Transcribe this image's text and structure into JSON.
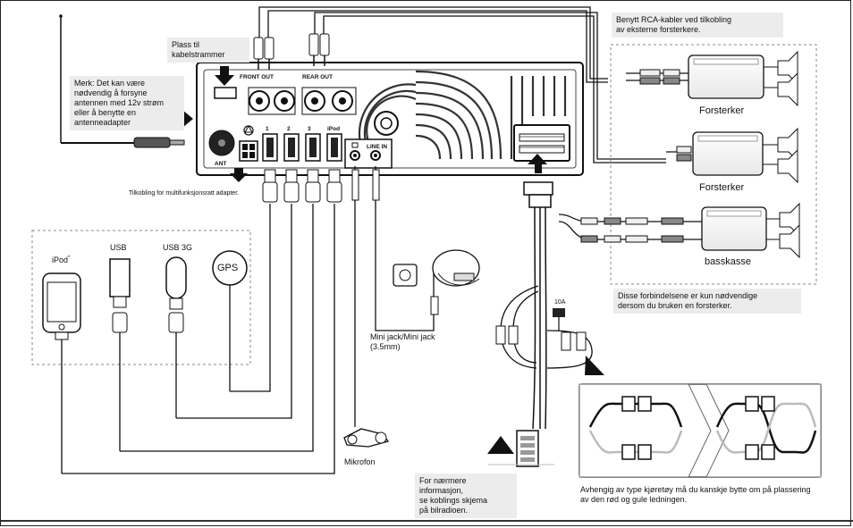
{
  "notes": {
    "cable_clamp": "Plass til\nkabelstrammer",
    "antenna": "Merk: Det kan være\nnødvendig å forsyne\nantennen med 12v strøm\neller å benytte en\nantenneadapter",
    "rca": "Benytt RCA-kabler ved tilkobling\nav eksterne forsterkere.",
    "amp_only": "Disse forbindelsene er kun nødvendige\ndersom du bruken en forsterker.",
    "more_info": "For nærmere informasjon,\nse koblings skjema\npå bilradioen.",
    "swap": "Avhengig av type kjøretøy må du kanskje bytte om på plassering\nav den rød og gule ledningen."
  },
  "captions": {
    "steering_adapter": "Tilkobling for multifunksjonsratt adapter.",
    "mini_jack": "Mini jack/Mini jack\n(3.5mm)",
    "microphone": "Mikrofon"
  },
  "unit": {
    "front_out": "FRONT OUT",
    "rear_out": "REAR OUT",
    "ant": "ANT",
    "usb1": "1",
    "usb2": "2",
    "usb3": "3",
    "ipod_port": "iPod",
    "line_in": "LINE IN"
  },
  "devices": {
    "ipod": "iPod",
    "ipod_mark": "*",
    "usb": "USB",
    "usb3g": "USB 3G",
    "gps": "GPS"
  },
  "amps": {
    "amp1": "Forsterker",
    "amp2": "Forsterker",
    "sub": "basskasse"
  },
  "fuse": "10A"
}
